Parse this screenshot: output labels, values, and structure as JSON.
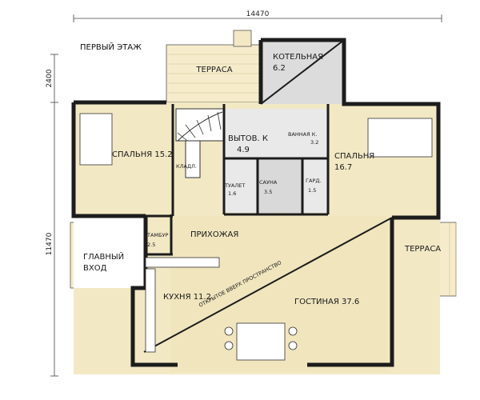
{
  "plan": {
    "title": "ПЕРВЫЙ ЭТАЖ",
    "dim_top": "14470",
    "dim_left_upper": "2400",
    "dim_left_lower": "11470",
    "open_space": "ОТКРЫТОЕ ВВЕРХ ПРОСТРАНСТВО"
  },
  "rooms": {
    "terrace_top": "ТЕРРАСА",
    "boiler": "КОТЕЛЬНАЯ",
    "boiler_area": "6.2",
    "bedroom_left": "СПАЛЬНЯ 15.2",
    "storage": "КЛАДЛ.",
    "utility": "ВЫТОВ. К",
    "utility_area": "4.9",
    "bath": "ВАННАЯ К.",
    "bath_area": "3.2",
    "bedroom_right": "СПАЛЬНЯ",
    "bedroom_right_area": "16.7",
    "toilet": "ТУАЛЕТ",
    "toilet_area": "1.6",
    "sauna": "САУНА",
    "sauna_area": "3.5",
    "wardrobe": "ГАРД.",
    "wardrobe_area": "1.5",
    "tambour": "ТАМБУР",
    "tambour_area": "2.5",
    "hall": "ПРИХОЖАЯ",
    "main_entrance_1": "ГЛАВНЫЙ",
    "main_entrance_2": "ВХОД",
    "terrace_right": "ТЕРРАСА",
    "kitchen": "КУХНЯ 11.2",
    "living": "ГОСТИНАЯ 37.6"
  },
  "colors": {
    "floor": "#f2e8c4",
    "floor_dark": "#e6d9a6",
    "terrace": "#f6eccc",
    "wall": "#1c1c1c",
    "boiler": "#dcdcdc",
    "wet": "#e9e9e9"
  }
}
